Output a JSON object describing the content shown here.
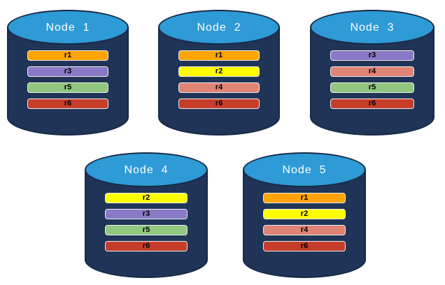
{
  "colors": {
    "canvas_bg": "#FFFFFF",
    "cylinder_body": "#1F3456",
    "cylinder_top": "#2E9AD6",
    "cylinder_outline": "#182A47",
    "title_text": "#FFFFFF",
    "bar_text": "#000000",
    "bar_border": "#EDEDED",
    "replica_colors": {
      "r1": "#FFA405",
      "r2": "#FFFF00",
      "r3": "#8A79C6",
      "r4": "#E08475",
      "r5": "#8FC87E",
      "r6": "#C63D2B"
    }
  },
  "nodes": [
    {
      "label": "Node  1",
      "replicas": [
        "r1",
        "r3",
        "r5",
        "r6"
      ]
    },
    {
      "label": "Node  2",
      "replicas": [
        "r1",
        "r2",
        "r4",
        "r6"
      ]
    },
    {
      "label": "Node  3",
      "replicas": [
        "r3",
        "r4",
        "r5",
        "r6"
      ]
    },
    {
      "label": "Node  4",
      "replicas": [
        "r2",
        "r3",
        "r5",
        "r6"
      ]
    },
    {
      "label": "Node  5",
      "replicas": [
        "r1",
        "r2",
        "r4",
        "r6"
      ]
    }
  ]
}
